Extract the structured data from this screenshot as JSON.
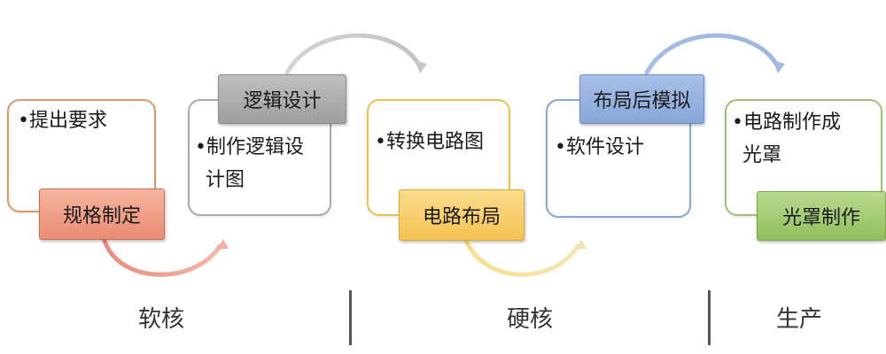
{
  "stages": [
    {
      "bullet_lines": [
        "•提出要求"
      ],
      "label": "规格制定",
      "color": "#ea8c73"
    },
    {
      "bullet_lines": [
        "•制作逻辑设",
        "计图"
      ],
      "label": "逻辑设计",
      "color": "#a6a6a6"
    },
    {
      "bullet_lines": [
        "•转换电路图"
      ],
      "label": "电路布局",
      "color": "#f4c253"
    },
    {
      "bullet_lines": [
        "•软件设计"
      ],
      "label": "布局后模拟",
      "color": "#86a6d8"
    },
    {
      "bullet_lines": [
        "•电路制作成",
        "光罩"
      ],
      "label": "光罩制作",
      "color": "#91bf5d"
    }
  ],
  "phases": [
    "软核",
    "硬核",
    "生产"
  ]
}
